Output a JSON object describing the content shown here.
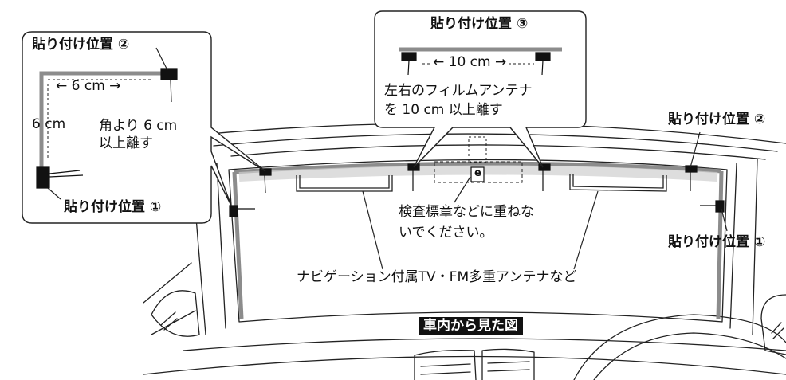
{
  "callout_left": {
    "label_top": "貼り付け位置 ②",
    "dim_horizontal": "6 cm",
    "dim_vertical": "6 cm",
    "note": [
      "角より 6 cm",
      "以上離す"
    ],
    "label_bottom": "貼り付け位置 ①"
  },
  "callout_center": {
    "label": "貼り付け位置 ③",
    "dim": "10 cm",
    "note": [
      "左右のフィルムアンテナ",
      "を 10 cm 以上離す"
    ]
  },
  "right_labels": {
    "upper": "貼り付け位置 ②",
    "lower": "貼り付け位置 ①"
  },
  "inspection_note": [
    "検査標章などに重ねな",
    "いでください。"
  ],
  "inspection_sticker": "e",
  "antenna_note": "ナビゲーション付属TV・FM多重アンテナなど",
  "view_caption": "車内から見た図"
}
